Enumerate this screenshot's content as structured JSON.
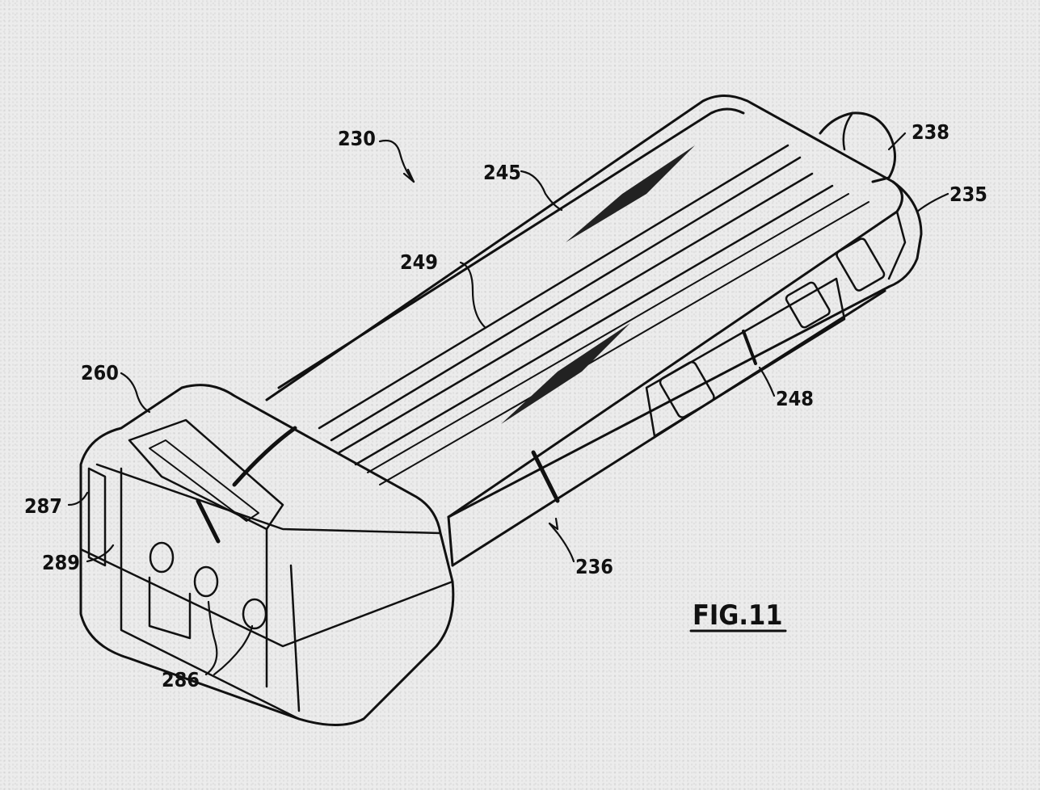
{
  "figure": {
    "title": "FIG.11"
  },
  "labels": {
    "r230": "230",
    "r238": "238",
    "r245": "245",
    "r235": "235",
    "r249": "249",
    "r260": "260",
    "r248": "248",
    "r287": "287",
    "r289": "289",
    "r236": "236",
    "r286": "286"
  }
}
